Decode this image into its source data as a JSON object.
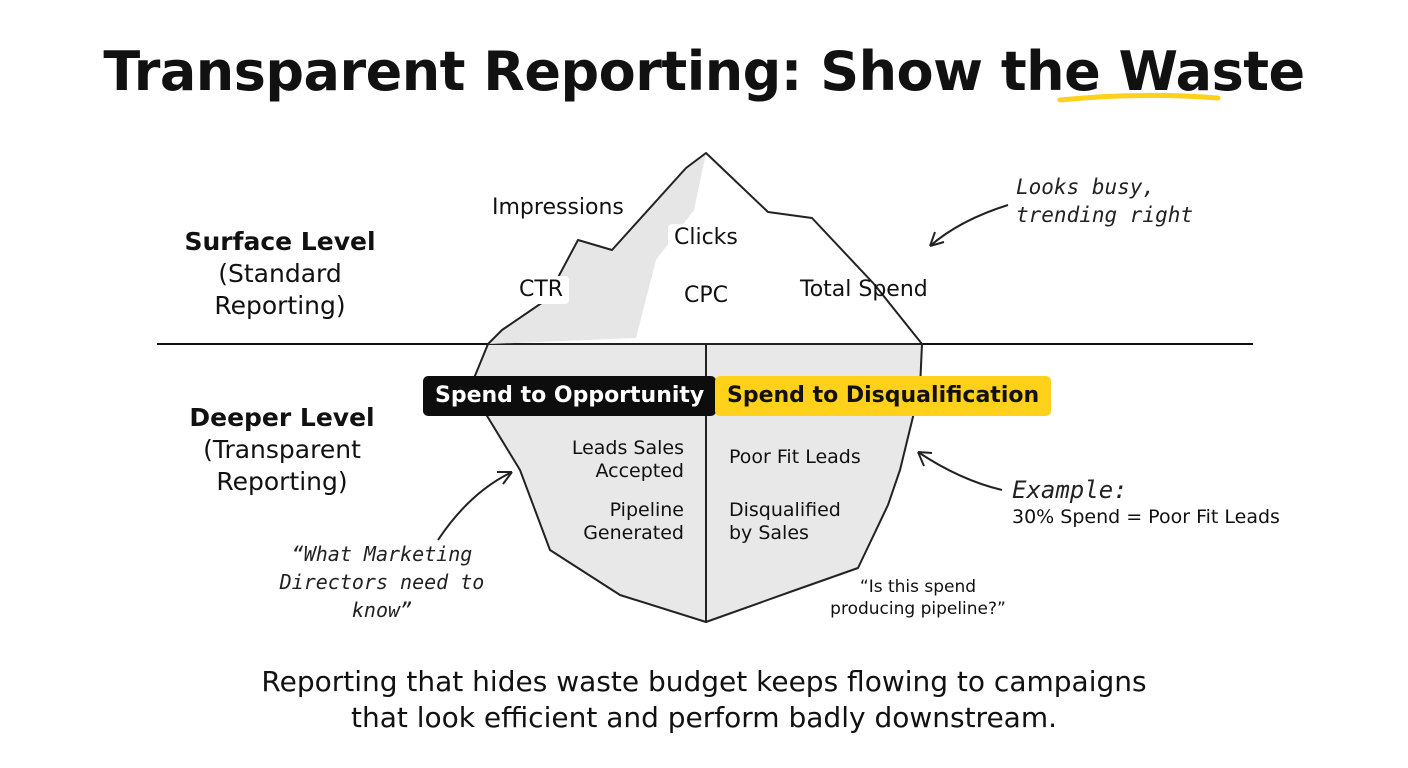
{
  "title": {
    "prefix": "Transparent Reporting: Show the ",
    "highlight": "Waste"
  },
  "surface": {
    "heading": "Surface Level",
    "subheading": "(Standard Reporting)",
    "metrics": [
      "Impressions",
      "Clicks",
      "CTR",
      "CPC",
      "Total Spend"
    ],
    "note_line1": "Looks busy,",
    "note_line2": "trending right"
  },
  "deeper": {
    "heading": "Deeper Level",
    "subheading": "(Transparent Reporting)",
    "left_label": "Spend to Opportunity",
    "right_label": "Spend to Disqualification",
    "left_items": [
      {
        "line1": "Leads Sales",
        "line2": "Accepted"
      },
      {
        "line1": "Pipeline",
        "line2": "Generated"
      }
    ],
    "right_items": [
      {
        "line1": "Poor Fit Leads",
        "line2": ""
      },
      {
        "line1": "Disqualified",
        "line2": "by Sales"
      }
    ],
    "quote_line1": "“What Marketing",
    "quote_line2": "Directors need to know”",
    "question_line1": "“Is this spend",
    "question_line2": "producing pipeline?”",
    "example_label": "Example:",
    "example_text": "30% Spend = Poor Fit Leads"
  },
  "footer": {
    "line1": "Reporting that hides waste budget keeps flowing to campaigns",
    "line2": "that look efficient and perform badly downstream."
  },
  "colors": {
    "accent_yellow": "#ffd11a",
    "dark_pill": "#0d0d0d",
    "iceberg_fill": "#e8e8e8",
    "ink": "#111111"
  }
}
